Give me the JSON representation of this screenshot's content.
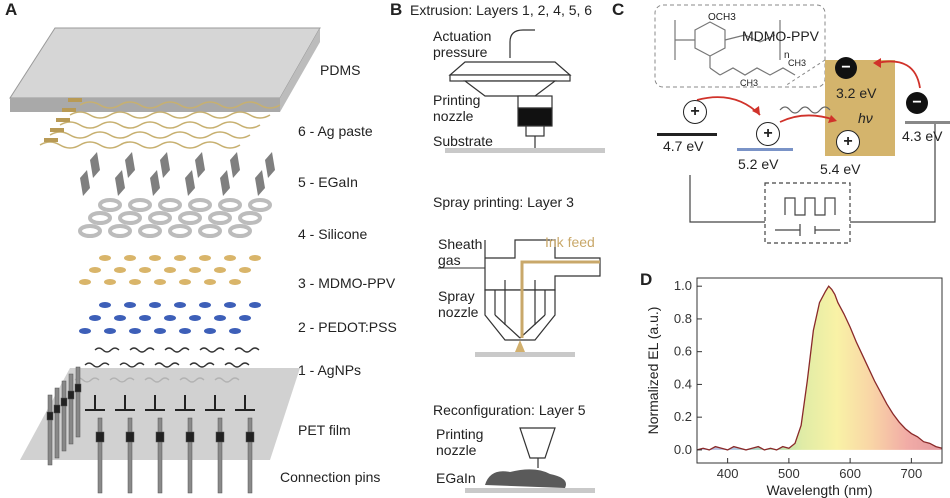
{
  "panels": {
    "a": "A",
    "b": "B",
    "c": "C",
    "d": "D"
  },
  "panel_a": {
    "layers": [
      "PDMS",
      "6 - Ag paste",
      "5 - EGaIn",
      "4 - Silicone",
      "3 - MDMO-PPV",
      "2 - PEDOT:PSS",
      "1 - AgNPs",
      "PET film",
      "Connection pins"
    ]
  },
  "panel_b": {
    "extrusion_title": "Extrusion: Layers 1, 2, 4, 5, 6",
    "actuation_1": "Actuation",
    "actuation_2": "pressure",
    "printing_1": "Printing",
    "printing_2": "nozzle",
    "substrate": "Substrate",
    "spray_title": "Spray printing: Layer 3",
    "sheath_1": "Sheath",
    "sheath_2": "gas",
    "ink_feed": "Ink feed",
    "spray_1": "Spray",
    "spray_2": "nozzle",
    "reconfig_title": "Reconfiguration: Layer 5",
    "printing2_1": "Printing",
    "printing2_2": "nozzle",
    "egain": "EGaIn"
  },
  "panel_c": {
    "polymer": "MDMO-PPV",
    "och3": "OCH3",
    "n": "n",
    "ch3_a": "CH3",
    "ch3_b": "CH3",
    "levels": [
      "4.7 eV",
      "5.2 eV",
      "3.2 eV",
      "5.4 eV",
      "4.3 eV"
    ],
    "hv": "hν",
    "plus": "+",
    "minus": "−"
  },
  "chart_data": {
    "type": "area",
    "xlabel": "Wavelength (nm)",
    "ylabel": "Normalized EL (a.u.)",
    "xlim": [
      350,
      750
    ],
    "ylim": [
      -0.08,
      1.05
    ],
    "xticks": [
      400,
      500,
      600,
      700
    ],
    "yticks": [
      "0.0",
      "0.2",
      "0.4",
      "0.6",
      "0.8",
      "1.0"
    ],
    "ytick_values": [
      0,
      0.2,
      0.4,
      0.6,
      0.8,
      1.0
    ],
    "x": [
      350,
      360,
      370,
      380,
      390,
      400,
      410,
      420,
      430,
      440,
      450,
      460,
      470,
      480,
      490,
      500,
      510,
      520,
      530,
      540,
      550,
      560,
      565,
      570,
      575,
      580,
      590,
      600,
      610,
      620,
      630,
      640,
      650,
      660,
      670,
      680,
      690,
      700,
      710,
      720,
      730,
      740,
      750
    ],
    "y": [
      0.0,
      0.01,
      0.0,
      0.02,
      0.01,
      0.0,
      0.02,
      0.01,
      0.0,
      0.01,
      0.02,
      0.0,
      0.01,
      0.0,
      0.02,
      0.01,
      0.04,
      0.15,
      0.42,
      0.73,
      0.9,
      0.97,
      1.0,
      0.98,
      0.95,
      0.9,
      0.83,
      0.75,
      0.66,
      0.58,
      0.5,
      0.42,
      0.35,
      0.28,
      0.22,
      0.17,
      0.13,
      0.1,
      0.08,
      0.05,
      0.04,
      0.02,
      0.01
    ],
    "colors": [
      "#7b5ea7",
      "#4a7bc0",
      "#3aa853",
      "#b9d43a",
      "#f2e23a",
      "#f2a03a",
      "#e0463a",
      "#c21f2c"
    ]
  }
}
